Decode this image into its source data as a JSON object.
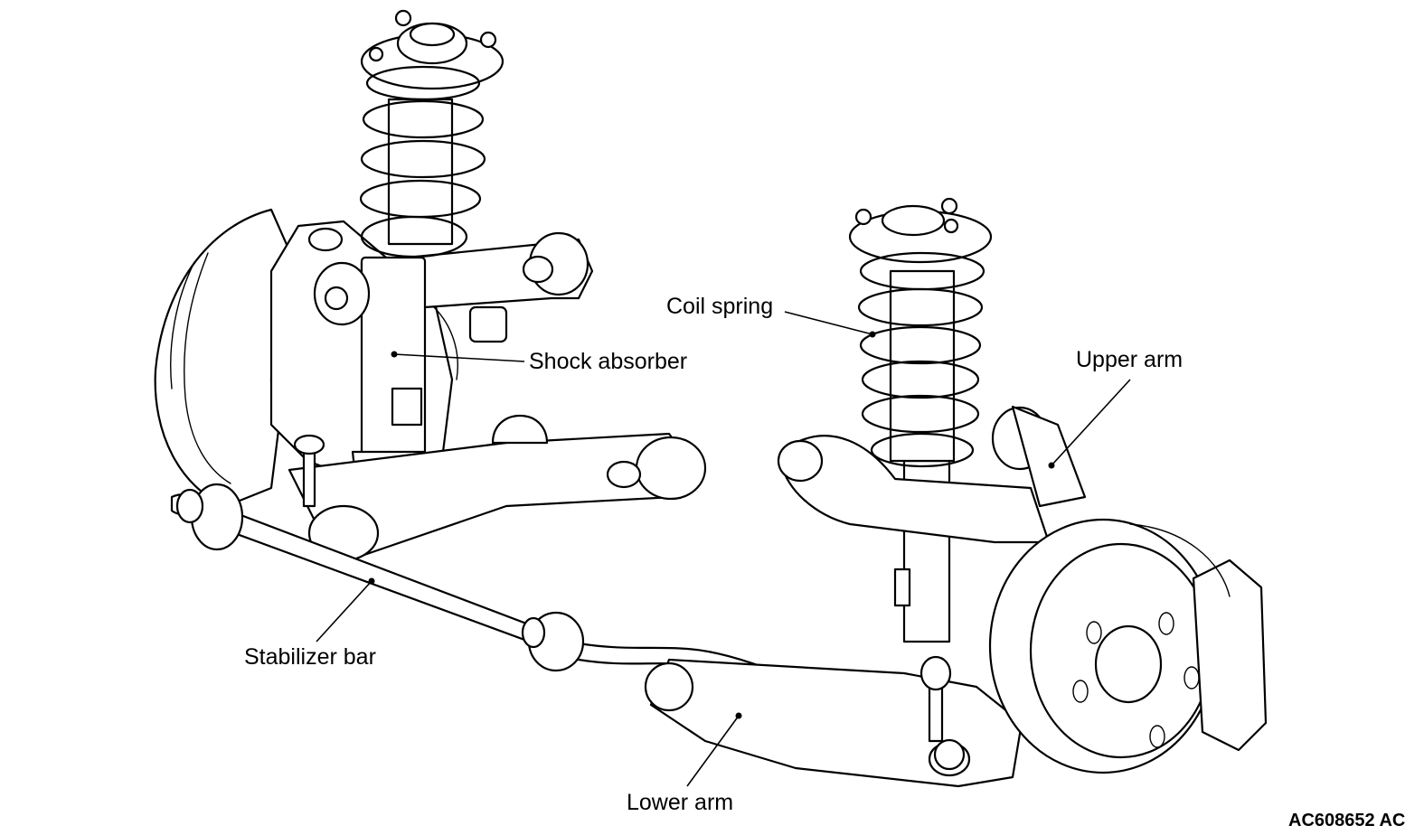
{
  "labels": {
    "coil_spring": "Coil spring",
    "shock_absorber": "Shock absorber",
    "upper_arm": "Upper arm",
    "stabilizer_bar": "Stabilizer bar",
    "lower_arm": "Lower arm"
  },
  "figure_code": "AC608652 AC",
  "colors": {
    "ink": "#000000",
    "background": "#ffffff"
  }
}
